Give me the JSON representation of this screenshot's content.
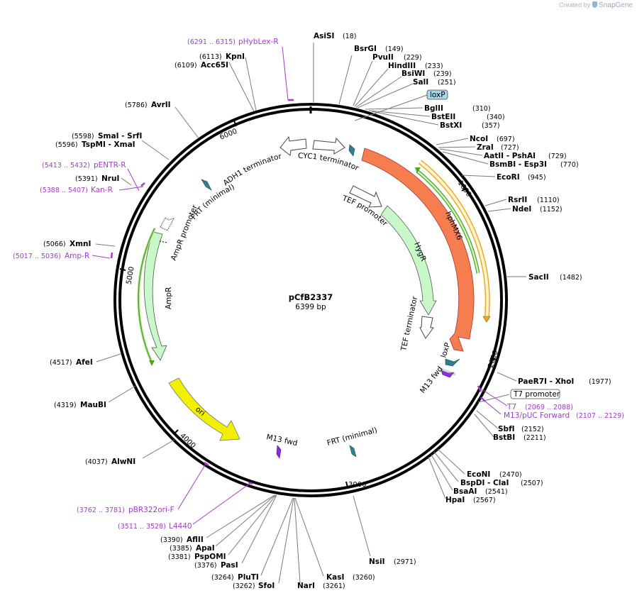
{
  "credit": {
    "prefix": "Created by",
    "brand": "SnapGene"
  },
  "plasmid": {
    "name": "pCfB2337",
    "length_label": "6399 bp",
    "length": 6399
  },
  "ticks": [
    {
      "pos": 1000,
      "label": "1000"
    },
    {
      "pos": 2000,
      "label": "2000"
    },
    {
      "pos": 3000,
      "label": "3000"
    },
    {
      "pos": 4000,
      "label": "4000"
    },
    {
      "pos": 5000,
      "label": "5000"
    },
    {
      "pos": 6000,
      "label": "6000"
    }
  ],
  "sites": [
    {
      "name": "AsiSI",
      "pos": 18,
      "num": "(18)"
    },
    {
      "name": "BsrGI",
      "pos": 149,
      "num": "(149)"
    },
    {
      "name": "PvuII",
      "pos": 229,
      "num": "(229)"
    },
    {
      "name": "HindIII",
      "pos": 233,
      "num": "(233)"
    },
    {
      "name": "BsiWI",
      "pos": 239,
      "num": "(239)"
    },
    {
      "name": "SalI",
      "pos": 251,
      "num": "(251)"
    },
    {
      "name": "BglII",
      "pos": 310,
      "num": "(310)"
    },
    {
      "name": "BstEII",
      "pos": 340,
      "num": "(340)"
    },
    {
      "name": "BstXI",
      "pos": 357,
      "num": "(357)"
    },
    {
      "name": "NcoI",
      "pos": 697,
      "num": "(697)"
    },
    {
      "name": "ZraI",
      "pos": 727,
      "num": "(727)"
    },
    {
      "name": "AatII  - PshAI",
      "pos": 729,
      "num": "(729)"
    },
    {
      "name": "BsmBI  - Esp3I",
      "pos": 770,
      "num": "(770)"
    },
    {
      "name": "EcoRI",
      "pos": 945,
      "num": "(945)"
    },
    {
      "name": "RsrII",
      "pos": 1110,
      "num": "(1110)"
    },
    {
      "name": "NdeI",
      "pos": 1152,
      "num": "(1152)"
    },
    {
      "name": "SacII",
      "pos": 1482,
      "num": "(1482)"
    },
    {
      "name": "PaeR7I  - XhoI",
      "pos": 1977,
      "num": "(1977)"
    },
    {
      "name": "SbfI",
      "pos": 2152,
      "num": "(2152)"
    },
    {
      "name": "BstBI",
      "pos": 2211,
      "num": "(2211)"
    },
    {
      "name": "EcoNI",
      "pos": 2470,
      "num": "(2470)"
    },
    {
      "name": "BspDI  - ClaI",
      "pos": 2507,
      "num": "(2507)"
    },
    {
      "name": "BsaAI",
      "pos": 2541,
      "num": "(2541)"
    },
    {
      "name": "HpaI",
      "pos": 2567,
      "num": "(2567)"
    },
    {
      "name": "NsiI",
      "pos": 2971,
      "num": "(2971)"
    },
    {
      "name": "KasI",
      "pos": 3260,
      "num": "(3260)"
    },
    {
      "name": "NarI",
      "pos": 3261,
      "num": "(3261)"
    },
    {
      "name": "SfoI",
      "pos": 3262,
      "num": "(3262)"
    },
    {
      "name": "PluTI",
      "pos": 3264,
      "num": "(3264)"
    },
    {
      "name": "PasI",
      "pos": 3376,
      "num": "(3376)"
    },
    {
      "name": "PspOMI",
      "pos": 3381,
      "num": "(3381)"
    },
    {
      "name": "ApaI",
      "pos": 3385,
      "num": "(3385)"
    },
    {
      "name": "AflII",
      "pos": 3390,
      "num": "(3390)"
    },
    {
      "name": "AlwNI",
      "pos": 4037,
      "num": "(4037)"
    },
    {
      "name": "MauBI",
      "pos": 4319,
      "num": "(4319)"
    },
    {
      "name": "AfeI",
      "pos": 4517,
      "num": "(4517)"
    },
    {
      "name": "XmnI",
      "pos": 5066,
      "num": "(5066)"
    },
    {
      "name": "NruI",
      "pos": 5391,
      "num": "(5391)"
    },
    {
      "name": "TspMI  - XmaI",
      "pos": 5596,
      "num": "(5596)"
    },
    {
      "name": "SmaI  - SrfI",
      "pos": 5598,
      "num": "(5598)"
    },
    {
      "name": "AvrII",
      "pos": 5786,
      "num": "(5786)"
    },
    {
      "name": "Acc65I",
      "pos": 6109,
      "num": "(6109)"
    },
    {
      "name": "KpnI",
      "pos": 6113,
      "num": "(6113)"
    }
  ],
  "primers": [
    {
      "name": "pHybLex-R",
      "range": "(6291 .. 6315)"
    },
    {
      "name": "pENTR-R",
      "range": "(5413 .. 5432)"
    },
    {
      "name": "Kan-R",
      "range": "(5388 .. 5407)"
    },
    {
      "name": "Amp-R",
      "range": "(5017 .. 5036)"
    },
    {
      "name": "T7",
      "range": "(2069 .. 2088)"
    },
    {
      "name": "M13/pUC Forward",
      "range": "(2107 .. 2129)"
    },
    {
      "name": "pBR322ori-F",
      "range": "(3762 .. 3781)"
    },
    {
      "name": "L4440",
      "range": "(3511 .. 3528)"
    }
  ],
  "boxed_features": [
    {
      "name": "loxP"
    },
    {
      "name": "T7 promoter"
    }
  ],
  "features": [
    {
      "name": "CYC1 terminator",
      "kind": "terminator",
      "color": "#ffffff"
    },
    {
      "name": "ADH1 terminator",
      "kind": "terminator",
      "color": "#ffffff"
    },
    {
      "name": "TEF promoter",
      "kind": "promoter",
      "color": "#ffffff"
    },
    {
      "name": "HygR",
      "kind": "cds",
      "color": "#c8f7c8"
    },
    {
      "name": "TEF terminator",
      "kind": "terminator",
      "color": "#ffffff"
    },
    {
      "name": "hphMX6",
      "kind": "cds",
      "color": "#f57d4f"
    },
    {
      "name": "loxP",
      "kind": "site",
      "color": "#2f7f8f"
    },
    {
      "name": "M13 fwd",
      "kind": "primer-bind",
      "color": "#8a2be2"
    },
    {
      "name": "FRT (minimal)",
      "kind": "site",
      "color": "#2f7f8f"
    },
    {
      "name": "ori",
      "kind": "origin",
      "color": "#f0f000"
    },
    {
      "name": "AmpR",
      "kind": "cds",
      "color": "#c8f7c8"
    },
    {
      "name": "AmpR promoter",
      "kind": "promoter",
      "color": "#ffffff"
    }
  ],
  "colors": {
    "backbone": "#000000",
    "enzyme_line": "#7a7a7a",
    "primer": "#a43ac8",
    "hph_outline": "#f0a81e",
    "hph_inner": "#4aa61e",
    "box_fill": "#a8d8e8"
  }
}
